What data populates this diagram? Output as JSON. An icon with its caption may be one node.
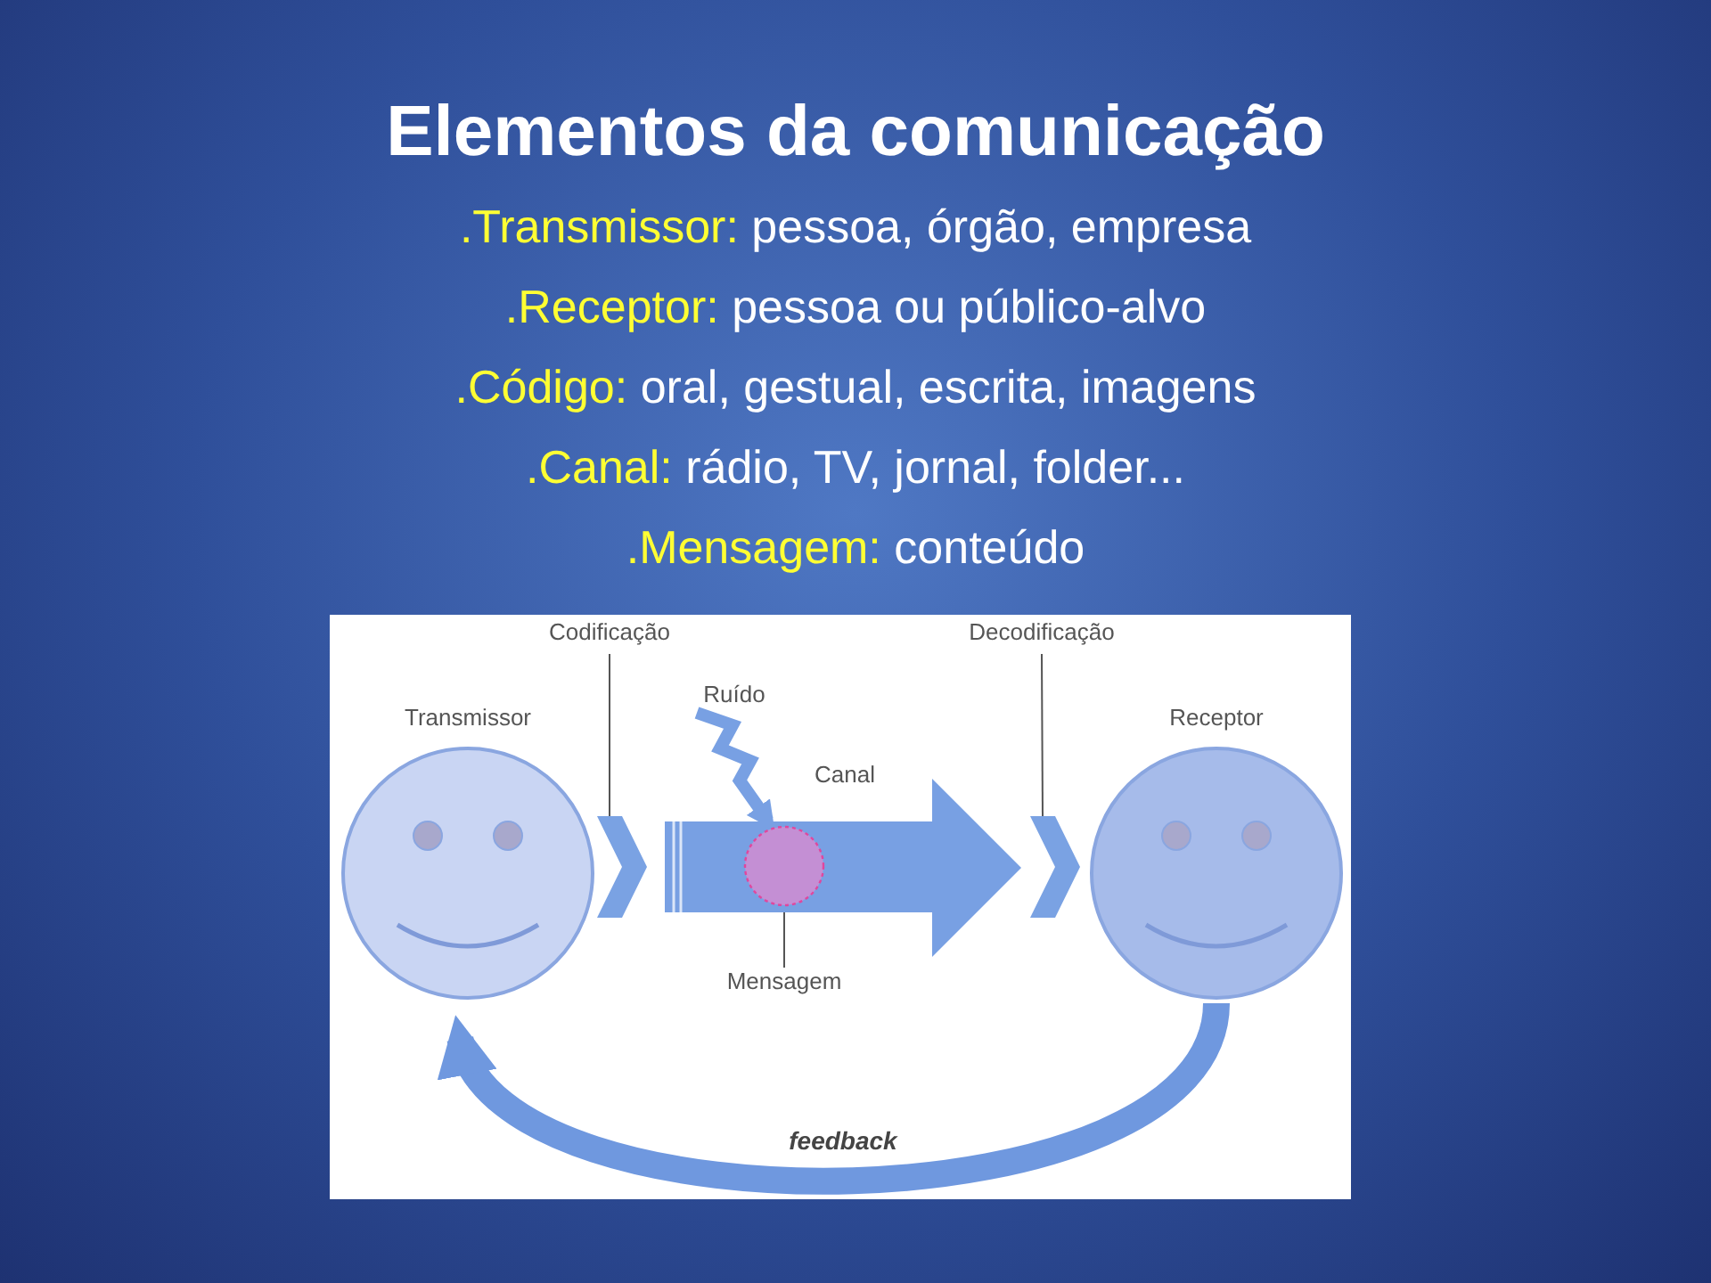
{
  "diagram": {
    "title": "Elementos da comunicação",
    "nodes": [
      {
        "text": [
          "Transmissor"
        ]
      },
      {
        "text": [
          "Codificação"
        ]
      },
      {
        "text": [],
        "shape": "chevron"
      },
      {
        "text": [
          "Ruído"
        ]
      },
      {
        "text": [
          "Canal"
        ]
      },
      {
        "text": [],
        "shape": "circle",
        "in": 4
      },
      {
        "text": [
          "Mensagem"
        ]
      },
      {
        "text": [
          "Decodificação"
        ]
      },
      {
        "text": [],
        "shape": "chevron"
      },
      {
        "text": [
          "Receptor"
        ]
      }
    ],
    "edges": [
      {
        "from": 1,
        "to": 2,
        "arrow": "none"
      },
      {
        "from": 3,
        "to": 4,
        "arrow": "to",
        "style": "thick",
        "color": "#78a0e3"
      },
      {
        "from": 6,
        "to": 5,
        "arrow": "none"
      },
      {
        "from": 7,
        "to": 8,
        "arrow": "none"
      },
      {
        "from": 9,
        "to": 0,
        "arrow": "to",
        "label": "feedback",
        "style": "thick",
        "color": "#6f98df"
      }
    ],
    "labels": [
      ".Transmissor: pessoa, órgão, empresa",
      ".Receptor: pessoa ou público-alvo",
      ".Código: oral, gestual, escrita, imagens",
      ".Canal: rádio, TV, jornal, folder...",
      ".Mensagem: conteúdo"
    ]
  }
}
